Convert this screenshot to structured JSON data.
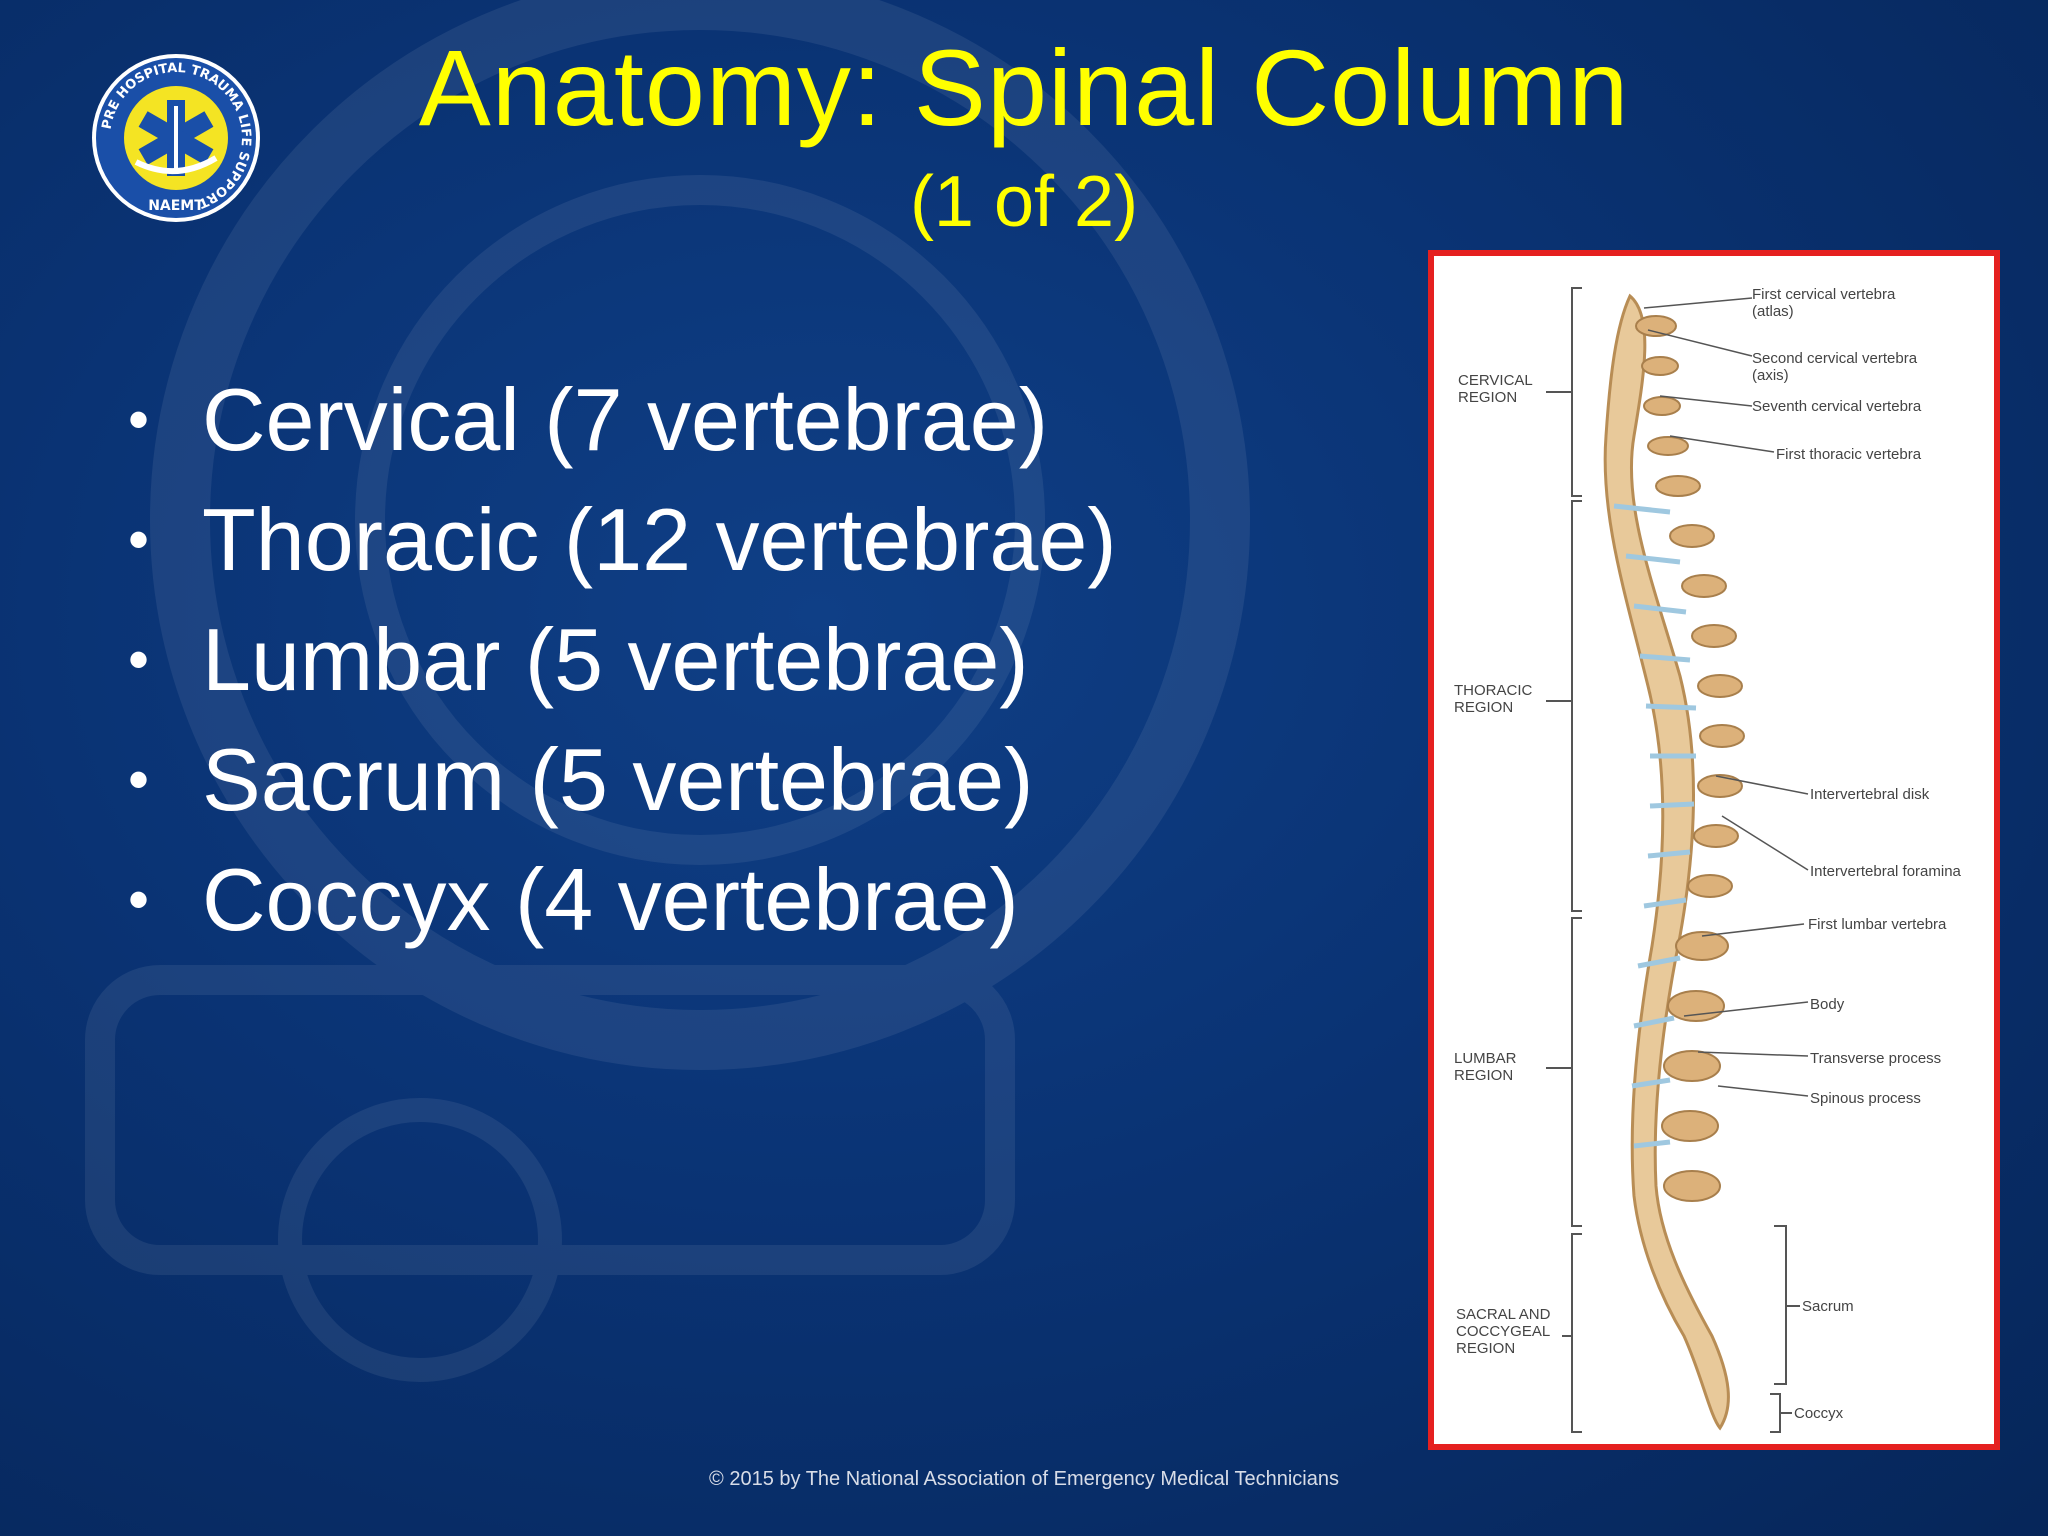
{
  "slide": {
    "title": "Anatomy: Spinal Column",
    "subtitle": "(1 of 2)",
    "bullets": [
      "Cervical (7 vertebrae)",
      "Thoracic (12 vertebrae)",
      "Lumbar (5 vertebrae)",
      "Sacrum (5 vertebrae)",
      "Coccyx (4 vertebrae)"
    ],
    "copyright": "© 2015 by The National Association of Emergency Medical Technicians"
  },
  "logo": {
    "ring_text": "PRE HOSPITAL TRAUMA LIFE SUPPORT",
    "bottom_text": "NAEMT",
    "colors": {
      "ring": "#1a4fa8",
      "fill": "#f4e423",
      "star": "#1a4fa8"
    }
  },
  "figure": {
    "region_labels": [
      "CERVICAL\nREGION",
      "THORACIC\nREGION",
      "LUMBAR\nREGION",
      "SACRAL AND\nCOCCYGEAL\nREGION"
    ],
    "part_labels": [
      "First cervical vertebra\n(atlas)",
      "Second cervical vertebra\n(axis)",
      "Seventh cervical vertebra",
      "First thoracic vertebra",
      "Intervertebral disk",
      "Intervertebral foramina",
      "First lumbar vertebra",
      "Body",
      "Transverse process",
      "Spinous process",
      "Sacrum",
      "Coccyx"
    ],
    "border_color": "#e5201f",
    "bone_color": "#e8c99a"
  }
}
